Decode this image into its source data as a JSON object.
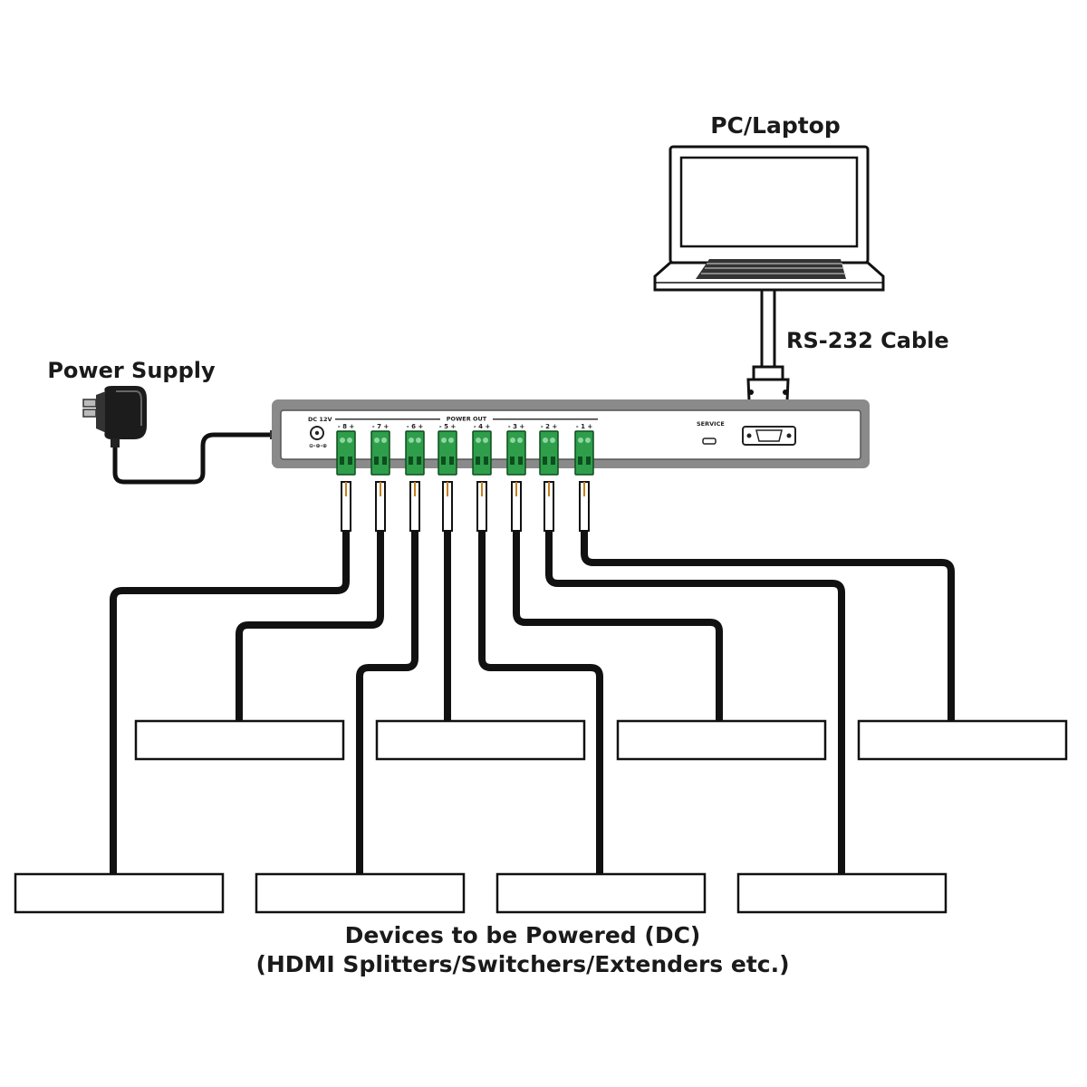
{
  "labels": {
    "pc": "PC/Laptop",
    "rs232": "RS-232 Cable",
    "power_supply": "Power Supply",
    "devices_line1": "Devices to be Powered (DC)",
    "devices_line2": "(HDMI Splitters/Switchers/Extenders etc.)"
  },
  "panel": {
    "dc_label": "DC 12V",
    "power_out_label": "POWER OUT",
    "service_label": "SERVICE",
    "port_numbers": [
      "8",
      "7",
      "6",
      "5",
      "4",
      "3",
      "2",
      "1"
    ]
  },
  "colors": {
    "cable": "#111111",
    "connector": "#2e9e4a",
    "panel_frame": "#8a8a8a"
  }
}
